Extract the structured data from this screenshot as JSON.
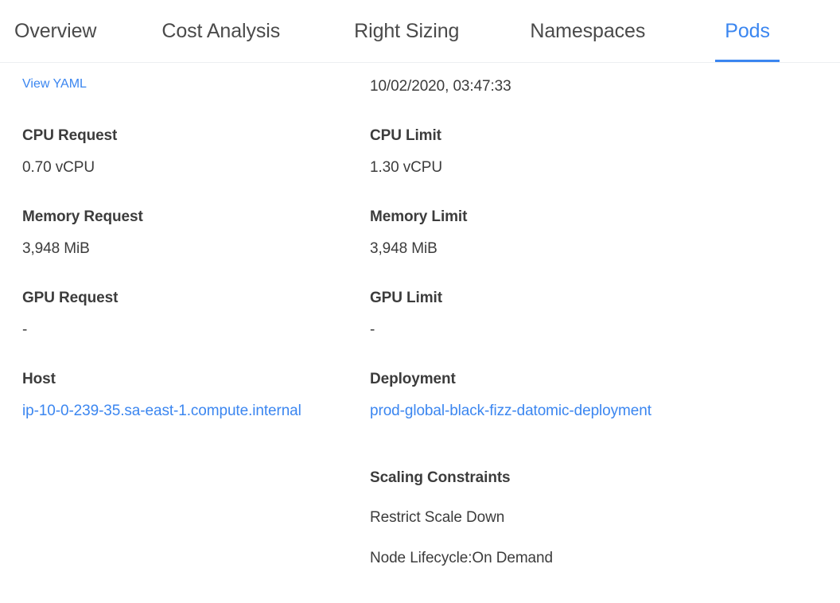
{
  "tabs": [
    {
      "label": "Overview",
      "active": false
    },
    {
      "label": "Cost Analysis",
      "active": false
    },
    {
      "label": "Right Sizing",
      "active": false
    },
    {
      "label": "Namespaces",
      "active": false
    },
    {
      "label": "Pods",
      "active": true
    }
  ],
  "colors": {
    "accent": "#3b86f0",
    "text": "#3c3c3c",
    "border": "#eceff1",
    "background": "#ffffff"
  },
  "details": {
    "view_yaml_label": "View YAML",
    "timestamp": "10/02/2020, 03:47:33",
    "left": [
      {
        "label": "CPU Request",
        "value": "0.70 vCPU"
      },
      {
        "label": "Memory Request",
        "value": "3,948 MiB"
      },
      {
        "label": "GPU Request",
        "value": "-"
      },
      {
        "label": "Host",
        "value": "ip-10-0-239-35.sa-east-1.compute.internal",
        "is_link": true
      }
    ],
    "right": [
      {
        "label": "CPU Limit",
        "value": "1.30 vCPU"
      },
      {
        "label": "Memory Limit",
        "value": "3,948 MiB"
      },
      {
        "label": "GPU Limit",
        "value": "-"
      },
      {
        "label": "Deployment",
        "value": "prod-global-black-fizz-datomic-deployment",
        "is_link": true
      }
    ],
    "scaling": {
      "title": "Scaling Constraints",
      "items": [
        "Restrict Scale Down",
        "Node Lifecycle:On Demand"
      ]
    }
  }
}
